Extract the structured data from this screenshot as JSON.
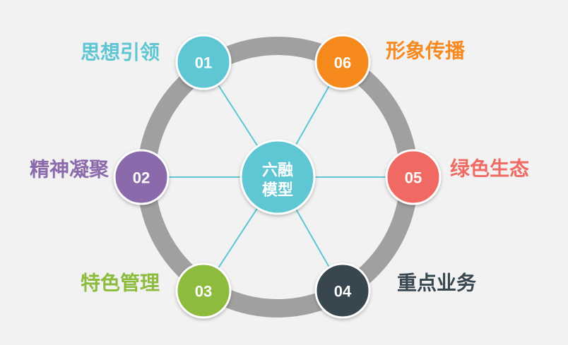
{
  "center": {
    "line1": "六融",
    "line2": "模型",
    "color": "#5ec6d3"
  },
  "ring_color": "#a0a0a0",
  "spoke_color": "#5ec6d3",
  "nodes": [
    {
      "num": "01",
      "label": "思想引领",
      "color": "#5ec6d3",
      "label_color": "#5ec6d3"
    },
    {
      "num": "02",
      "label": "精神凝聚",
      "color": "#8b6bab",
      "label_color": "#8b6bab"
    },
    {
      "num": "03",
      "label": "特色管理",
      "color": "#8dbb3e",
      "label_color": "#8dbb3e"
    },
    {
      "num": "04",
      "label": "重点业务",
      "color": "#37474f",
      "label_color": "#37474f"
    },
    {
      "num": "05",
      "label": "绿色生态",
      "color": "#f06b63",
      "label_color": "#f06b63"
    },
    {
      "num": "06",
      "label": "形象传播",
      "color": "#f6891f",
      "label_color": "#f6891f"
    }
  ]
}
